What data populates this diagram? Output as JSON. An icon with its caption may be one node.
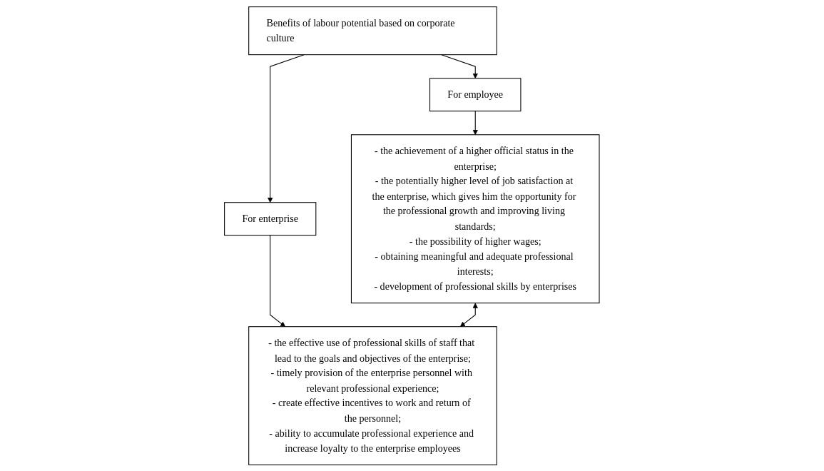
{
  "diagram": {
    "nodes": [
      {
        "text": [
          "Benefits of labour potential based on corporate culture"
        ]
      },
      {
        "text": [
          "For employee"
        ]
      },
      {
        "text": [
          "For enterprise"
        ]
      },
      {
        "text": [
          "- the achievement of a higher official status in the enterprise;",
          "- the potentially higher level of job satisfaction at the enterprise, which gives him the opportunity for the professional growth and improving living standards;",
          "- the possibility of higher wages;",
          "- obtaining meaningful and adequate professional interests;",
          "- development of professional skills by enterprises"
        ]
      },
      {
        "text": [
          "- the effective use of professional skills of staff that lead to the goals and objectives of the enterprise;",
          "- timely provision of the enterprise personnel with relevant professional experience;",
          "- create effective incentives to work and return of the personnel;",
          "- ability to accumulate professional experience and increase loyalty to the enterprise employees"
        ]
      }
    ],
    "edges": [
      {
        "from": 0,
        "to": 1,
        "arrow": "to"
      },
      {
        "from": 0,
        "to": 2,
        "arrow": "to"
      },
      {
        "from": 1,
        "to": 3,
        "arrow": "to"
      },
      {
        "from": 2,
        "to": 4,
        "arrow": "to"
      },
      {
        "from": 3,
        "to": 4,
        "arrow": "both"
      }
    ]
  }
}
